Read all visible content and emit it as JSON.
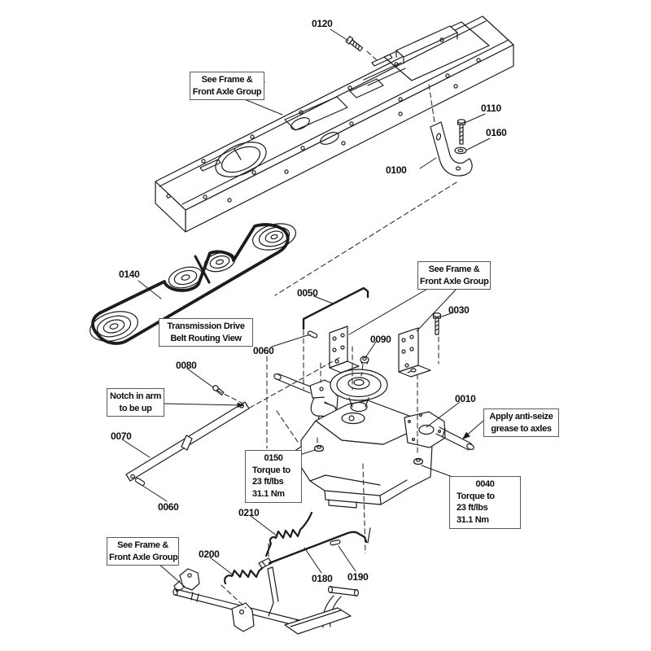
{
  "diagram": {
    "background": "#ffffff",
    "line_color": "#1c1c1c",
    "callouts": {
      "p0120": "0120",
      "p0110": "0110",
      "p0160": "0160",
      "p0100": "0100",
      "p0140": "0140",
      "p0050": "0050",
      "p0060_rod": "0060",
      "p0030": "0030",
      "p0090": "0090",
      "p0080": "0080",
      "p0010": "0010",
      "p0070": "0070",
      "p0060_arm": "0060",
      "p0210": "0210",
      "p0200": "0200",
      "p0180": "0180",
      "p0190": "0190"
    },
    "notes": {
      "frame_axle": {
        "line1": "See Frame &",
        "line2": "Front Axle Group"
      },
      "belt_routing": {
        "line1": "Transmission Drive",
        "line2": "Belt Routing View"
      },
      "notch": {
        "line1": "Notch in arm",
        "line2": "to be up"
      },
      "antiseize": {
        "line1": "Apply anti-seize",
        "line2": "grease to axles"
      },
      "torque_0150": {
        "part_id": "0150",
        "line1": "Torque to",
        "line2": "23 ft/lbs",
        "line3": "31.1 Nm"
      },
      "torque_0040": {
        "part_id": "0040",
        "line1": "Torque to",
        "line2": "23 ft/lbs",
        "line3": "31.1 Nm"
      }
    }
  }
}
